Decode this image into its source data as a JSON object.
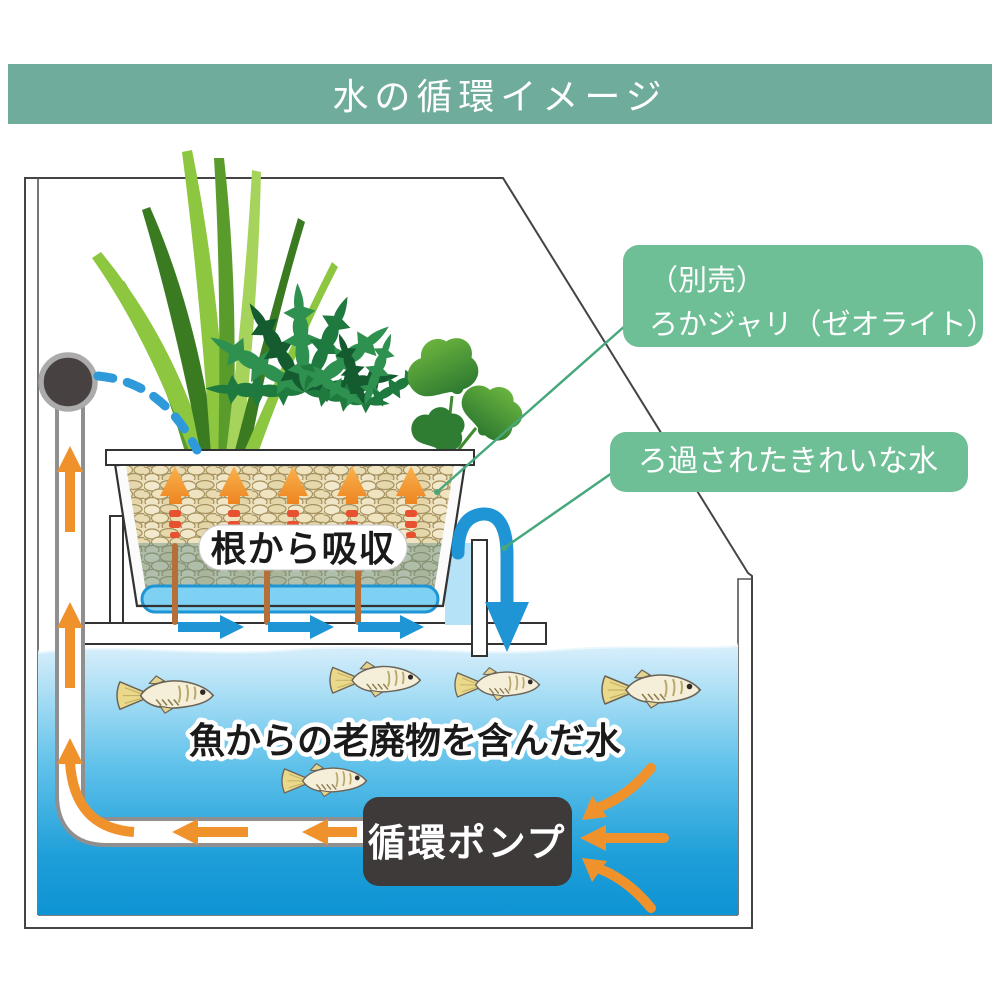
{
  "header": {
    "title": "水の循環イメージ"
  },
  "callouts": {
    "zeolite": {
      "line1": "（別売）",
      "line2": "ろかジャリ（ゼオライト）"
    },
    "clean_water": {
      "text": "ろ過されたきれいな水"
    }
  },
  "diagram": {
    "absorption_label": "根から吸収",
    "waste_water_label": "魚からの老廃物を含んだ水",
    "pump_label": "循環ポンプ",
    "fish_count": 5
  },
  "colors": {
    "banner_green": "#6fac9c",
    "callout_green": "#6ebe96",
    "water_blue": "#0e93d3",
    "flow_orange": "#f0922b",
    "hot_dash_red": "#e8512f",
    "clean_water_blue": "#2095d5",
    "pump_dark": "#3d3a39",
    "gravel_tan": "#ece0bd"
  }
}
